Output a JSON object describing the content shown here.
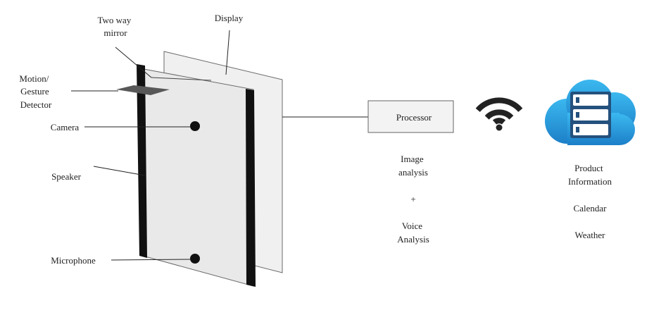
{
  "labels": {
    "two_way_mirror": [
      "Two way",
      "mirror"
    ],
    "display": "Display",
    "motion_detector": [
      "Motion/",
      "Gesture",
      "Detector"
    ],
    "camera": "Camera",
    "speaker": "Speaker",
    "microphone": "Microphone",
    "processor": "Processor",
    "image_analysis": [
      "Image",
      "analysis"
    ],
    "plus": "+",
    "voice_analysis": [
      "Voice",
      "Analysis"
    ],
    "cloud_items": [
      [
        "Product",
        "Information"
      ],
      [
        "Calendar"
      ],
      [
        "Weather"
      ]
    ]
  },
  "icons": {
    "wifi": "wifi-icon",
    "cloud": "cloud-server-icon"
  },
  "colors": {
    "panel_fill": "#ebebeb",
    "panel_stroke": "#6a6a6a",
    "frame": "#111111",
    "sensor": "#555555",
    "wifi": "#222222",
    "cloud_light": "#35b2ea",
    "cloud_dark": "#1a7fc5",
    "server_rack": "#24517e",
    "server_card": "#ffffff"
  }
}
